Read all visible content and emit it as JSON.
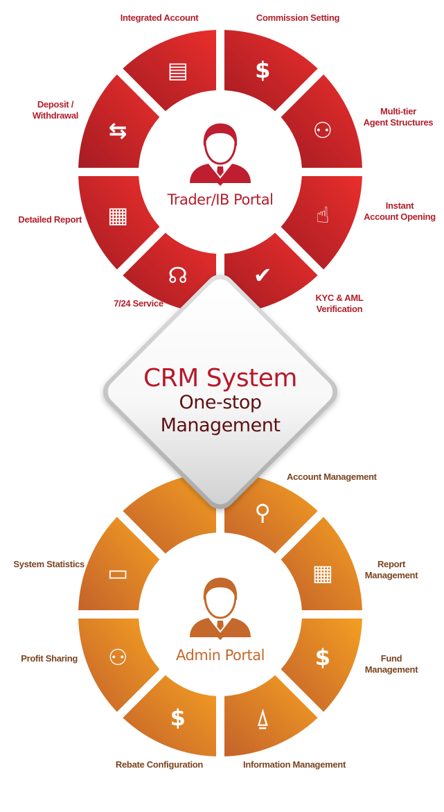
{
  "colors": {
    "top_ring_light": "#e62b2b",
    "top_ring_dark": "#ab1d24",
    "top_center_person": "#be1e30",
    "bottom_ring_light": "#f29b22",
    "bottom_ring_dark": "#c9662a",
    "bottom_center_person": "#c4682c",
    "label_red": "#b11f2a",
    "label_brown": "#7a4420",
    "crm_title": "#b7192a",
    "crm_subtitle": "#5e1012"
  },
  "center": {
    "title": "CRM System",
    "subtitle_line1": "One-stop",
    "subtitle_line2": "Management"
  },
  "trader_portal": {
    "title": "Trader/IB Portal",
    "center_icon": "businessman-icon",
    "segments": [
      {
        "label": "Integrated Account",
        "icon": "account-documents-icon"
      },
      {
        "label": "Commission Setting",
        "icon": "dollar-cycle-icon"
      },
      {
        "label": "Multi-tier",
        "label2": "Agent Structures",
        "icon": "hierarchy-icon"
      },
      {
        "label": "Instant",
        "label2": "Account Opening",
        "icon": "laptop-touch-icon"
      },
      {
        "label": "KYC & AML",
        "label2": "Verification",
        "icon": "user-verify-icon"
      },
      {
        "label": "7/24 Service",
        "icon": "headset-icon"
      },
      {
        "label": "Detailed Report",
        "icon": "report-document-icon"
      },
      {
        "label": "Deposit /",
        "label2": "Withdrawal",
        "icon": "transfer-arrows-icon"
      }
    ]
  },
  "admin_portal": {
    "title": "Admin Portal",
    "center_icon": "businessman-icon",
    "segments": [
      {
        "label": "Account Management",
        "icon": "users-search-icon"
      },
      {
        "label": "Report",
        "label2": "Management",
        "icon": "report-search-icon"
      },
      {
        "label": "Fund",
        "label2": "Management",
        "icon": "dollar-search-icon"
      },
      {
        "label": "Information Management",
        "icon": "antenna-icon"
      },
      {
        "label": "Rebate Configuration",
        "icon": "dollar-exchange-icon"
      },
      {
        "label": "Profit Sharing",
        "icon": "profit-share-icon"
      },
      {
        "label": "System Statistics",
        "icon": "monitor-stats-icon"
      }
    ]
  }
}
